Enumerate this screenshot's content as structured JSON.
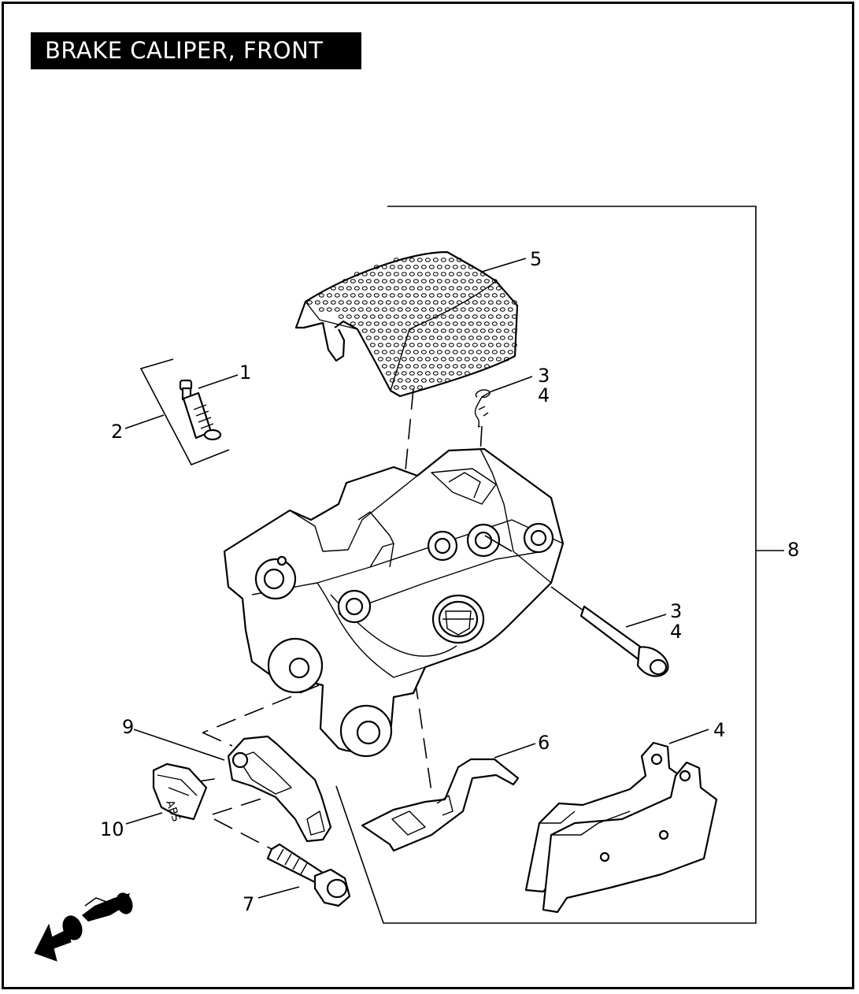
{
  "title": "BRAKE CALIPER, FRONT",
  "callouts": {
    "c1": "1",
    "c2": "2",
    "c3_top": "3",
    "c4_top": "4",
    "c5": "5",
    "c3_mid": "3",
    "c4_mid": "4",
    "c8": "8",
    "c9": "9",
    "c6": "6",
    "c4_pads": "4",
    "c10": "10",
    "c7": "7"
  },
  "abs_text": "ABS",
  "icons": {
    "logo": "bar-and-shield-logo",
    "orientation": "motorcycle-front-arrow-icon"
  }
}
